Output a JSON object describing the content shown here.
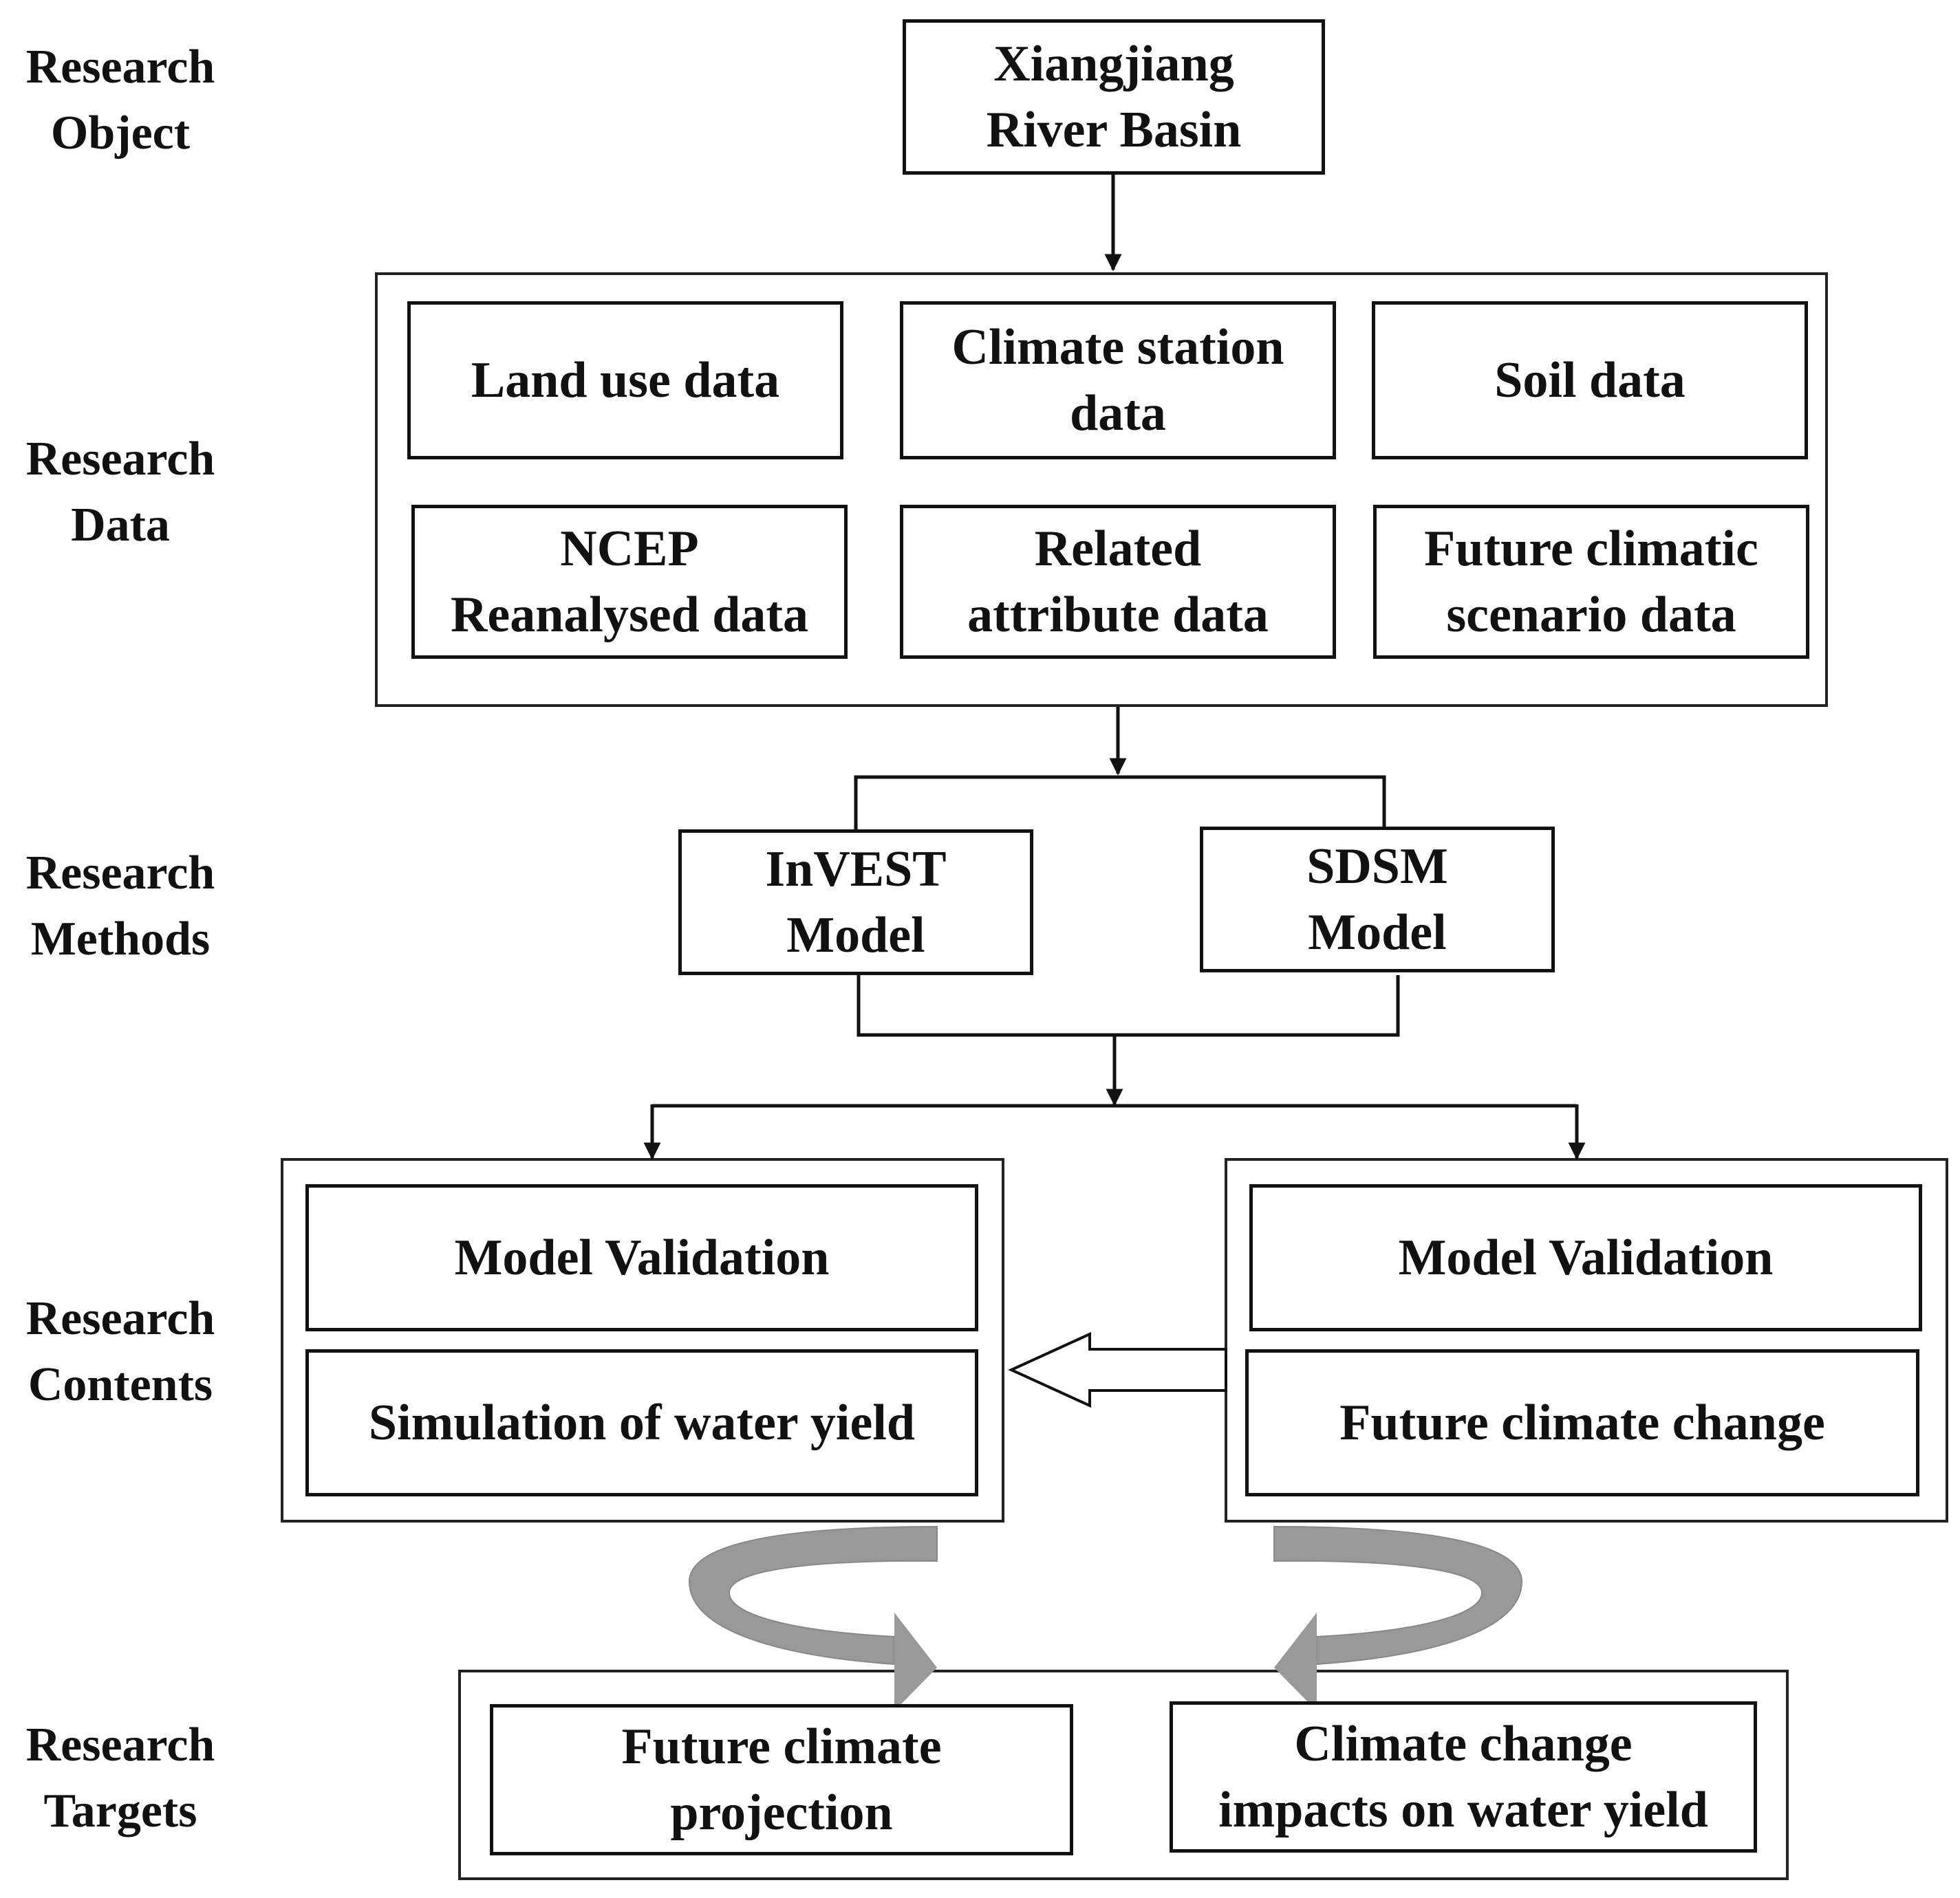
{
  "colors": {
    "line": "#111111",
    "curved_arrow": "#999999",
    "curved_arrow_dark": "#7a7a7a"
  },
  "labels": {
    "object": [
      "Research",
      "Object"
    ],
    "data": [
      "Research",
      "Data"
    ],
    "methods": [
      "Research",
      "Methods"
    ],
    "contents": [
      "Research",
      "Contents"
    ],
    "targets": [
      "Research",
      "Targets"
    ]
  },
  "object_box": [
    "Xiangjiang",
    "River Basin"
  ],
  "data_boxes": {
    "land_use": [
      "Land use data"
    ],
    "climate_station": [
      "Climate station",
      "data"
    ],
    "soil": [
      "Soil data"
    ],
    "ncep": [
      "NCEP",
      "Reanalysed data"
    ],
    "related_attribute": [
      "Related",
      "attribute data"
    ],
    "future_scenario": [
      "Future climatic",
      "scenario data"
    ]
  },
  "methods": {
    "invest": [
      "InVEST",
      "Model"
    ],
    "sdsm": [
      "SDSM",
      "Model"
    ]
  },
  "contents": {
    "left": {
      "validation": "Model Validation",
      "simulation": "Simulation of water yield"
    },
    "right": {
      "validation": "Model Validation",
      "change": "Future climate change"
    }
  },
  "targets": {
    "projection": [
      "Future climate",
      "projection"
    ],
    "impacts": [
      "Climate change",
      "impacts on water yield"
    ]
  }
}
